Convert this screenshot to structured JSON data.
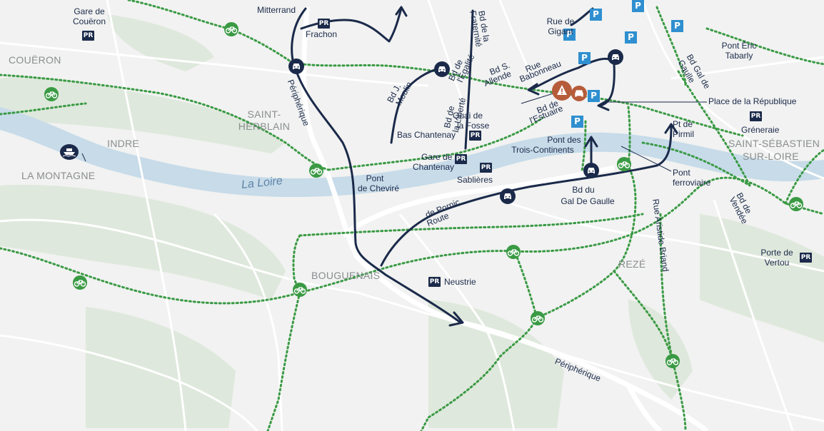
{
  "map": {
    "river": "La Loire",
    "towns": {
      "coueron": "COUËRON",
      "saint_herblain_1": "SAINT-",
      "saint_herblain_2": "HERBLAIN",
      "indre": "INDRE",
      "la_montagne": "LA MONTAGNE",
      "bouguenais": "BOUGUENAIS",
      "reze": "REZÉ",
      "saint_sebastien_1": "SAINT-SÉBASTIEN",
      "saint_sebastien_2": "SUR-LOIRE"
    },
    "park_and_ride": {
      "gare_coueron_1": "Gare de",
      "gare_coueron_2": "Couëron",
      "frachon": "Frachon",
      "bas_chantenay": "Bas Chantenay",
      "gare_chantenay_1": "Gare de",
      "gare_chantenay_2": "Chantenay",
      "sablieres": "Sablières",
      "neustrie": "Neustrie",
      "greneraie": "Gréneraie",
      "porte_vertou_1": "Porte de",
      "porte_vertou_2": "Vertou",
      "icon_text": "PR"
    },
    "parking_icon_text": "P",
    "streets": {
      "mitterrand": "Mitterrand",
      "peripherique_north": "Périphérique",
      "peripherique_south": "Périphérique",
      "bd_j_moulin_1": "Bd J.",
      "bd_j_moulin_2": "Moulin",
      "bd_egalite_1": "Bd de",
      "bd_egalite_2": "l'Égalité",
      "bd_fraternite_1": "Bd de la",
      "bd_fraternite_2": "Fraternité",
      "bd_liberte_1": "Bd de",
      "bd_liberte_2": "la Liberté",
      "bd_s_allende_1": "Bd S.",
      "bd_s_allende_2": "Allende",
      "rue_babonneau_1": "Rue",
      "rue_babonneau_2": "Babonneau",
      "rue_gigant_1": "Rue de",
      "rue_gigant_2": "Gigant",
      "quai_fosse_1": "Quai de",
      "quai_fosse_2": "la Fosse",
      "bd_estuaire_1": "Bd de",
      "bd_estuaire_2": "l'Estuaire",
      "pont_eric_1": "Pont Éric",
      "pont_eric_2": "Tabarly",
      "bd_gal_gaulle_1": "Bd Gal de",
      "bd_gal_gaulle_2": "Gaulle",
      "place_republique": "Place de la République",
      "pt_pirmil_1": "Pt de",
      "pt_pirmil_2": "Pirmil",
      "pont_trois_1": "Pont des",
      "pont_trois_2": "Trois-Continents",
      "pont_ferroviaire_1": "Pont",
      "pont_ferroviaire_2": "ferroviaire",
      "pont_chevire_1": "Pont",
      "pont_chevire_2": "de Cheviré",
      "route_pornic_1": "Route",
      "route_pornic_2": "de Pornic",
      "bd_du_gal_1": "Bd du",
      "bd_du_gal_2": "Gal De Gaulle",
      "bd_vendee_1": "Bd de",
      "bd_vendee_2": "Vendée",
      "rue_aristide": "Rue Aristide Briand"
    },
    "colors": {
      "route": "#1b2a4a",
      "cycle": "#3a9a44",
      "parking": "#2f8fd0",
      "incident": "#b65c3a",
      "river": "#c7dbe9",
      "green": "#dfe8dc"
    },
    "icons": [
      "car-icon",
      "bike-icon",
      "ferry-icon",
      "parking-icon",
      "park-and-ride-icon",
      "warning-icon"
    ]
  }
}
